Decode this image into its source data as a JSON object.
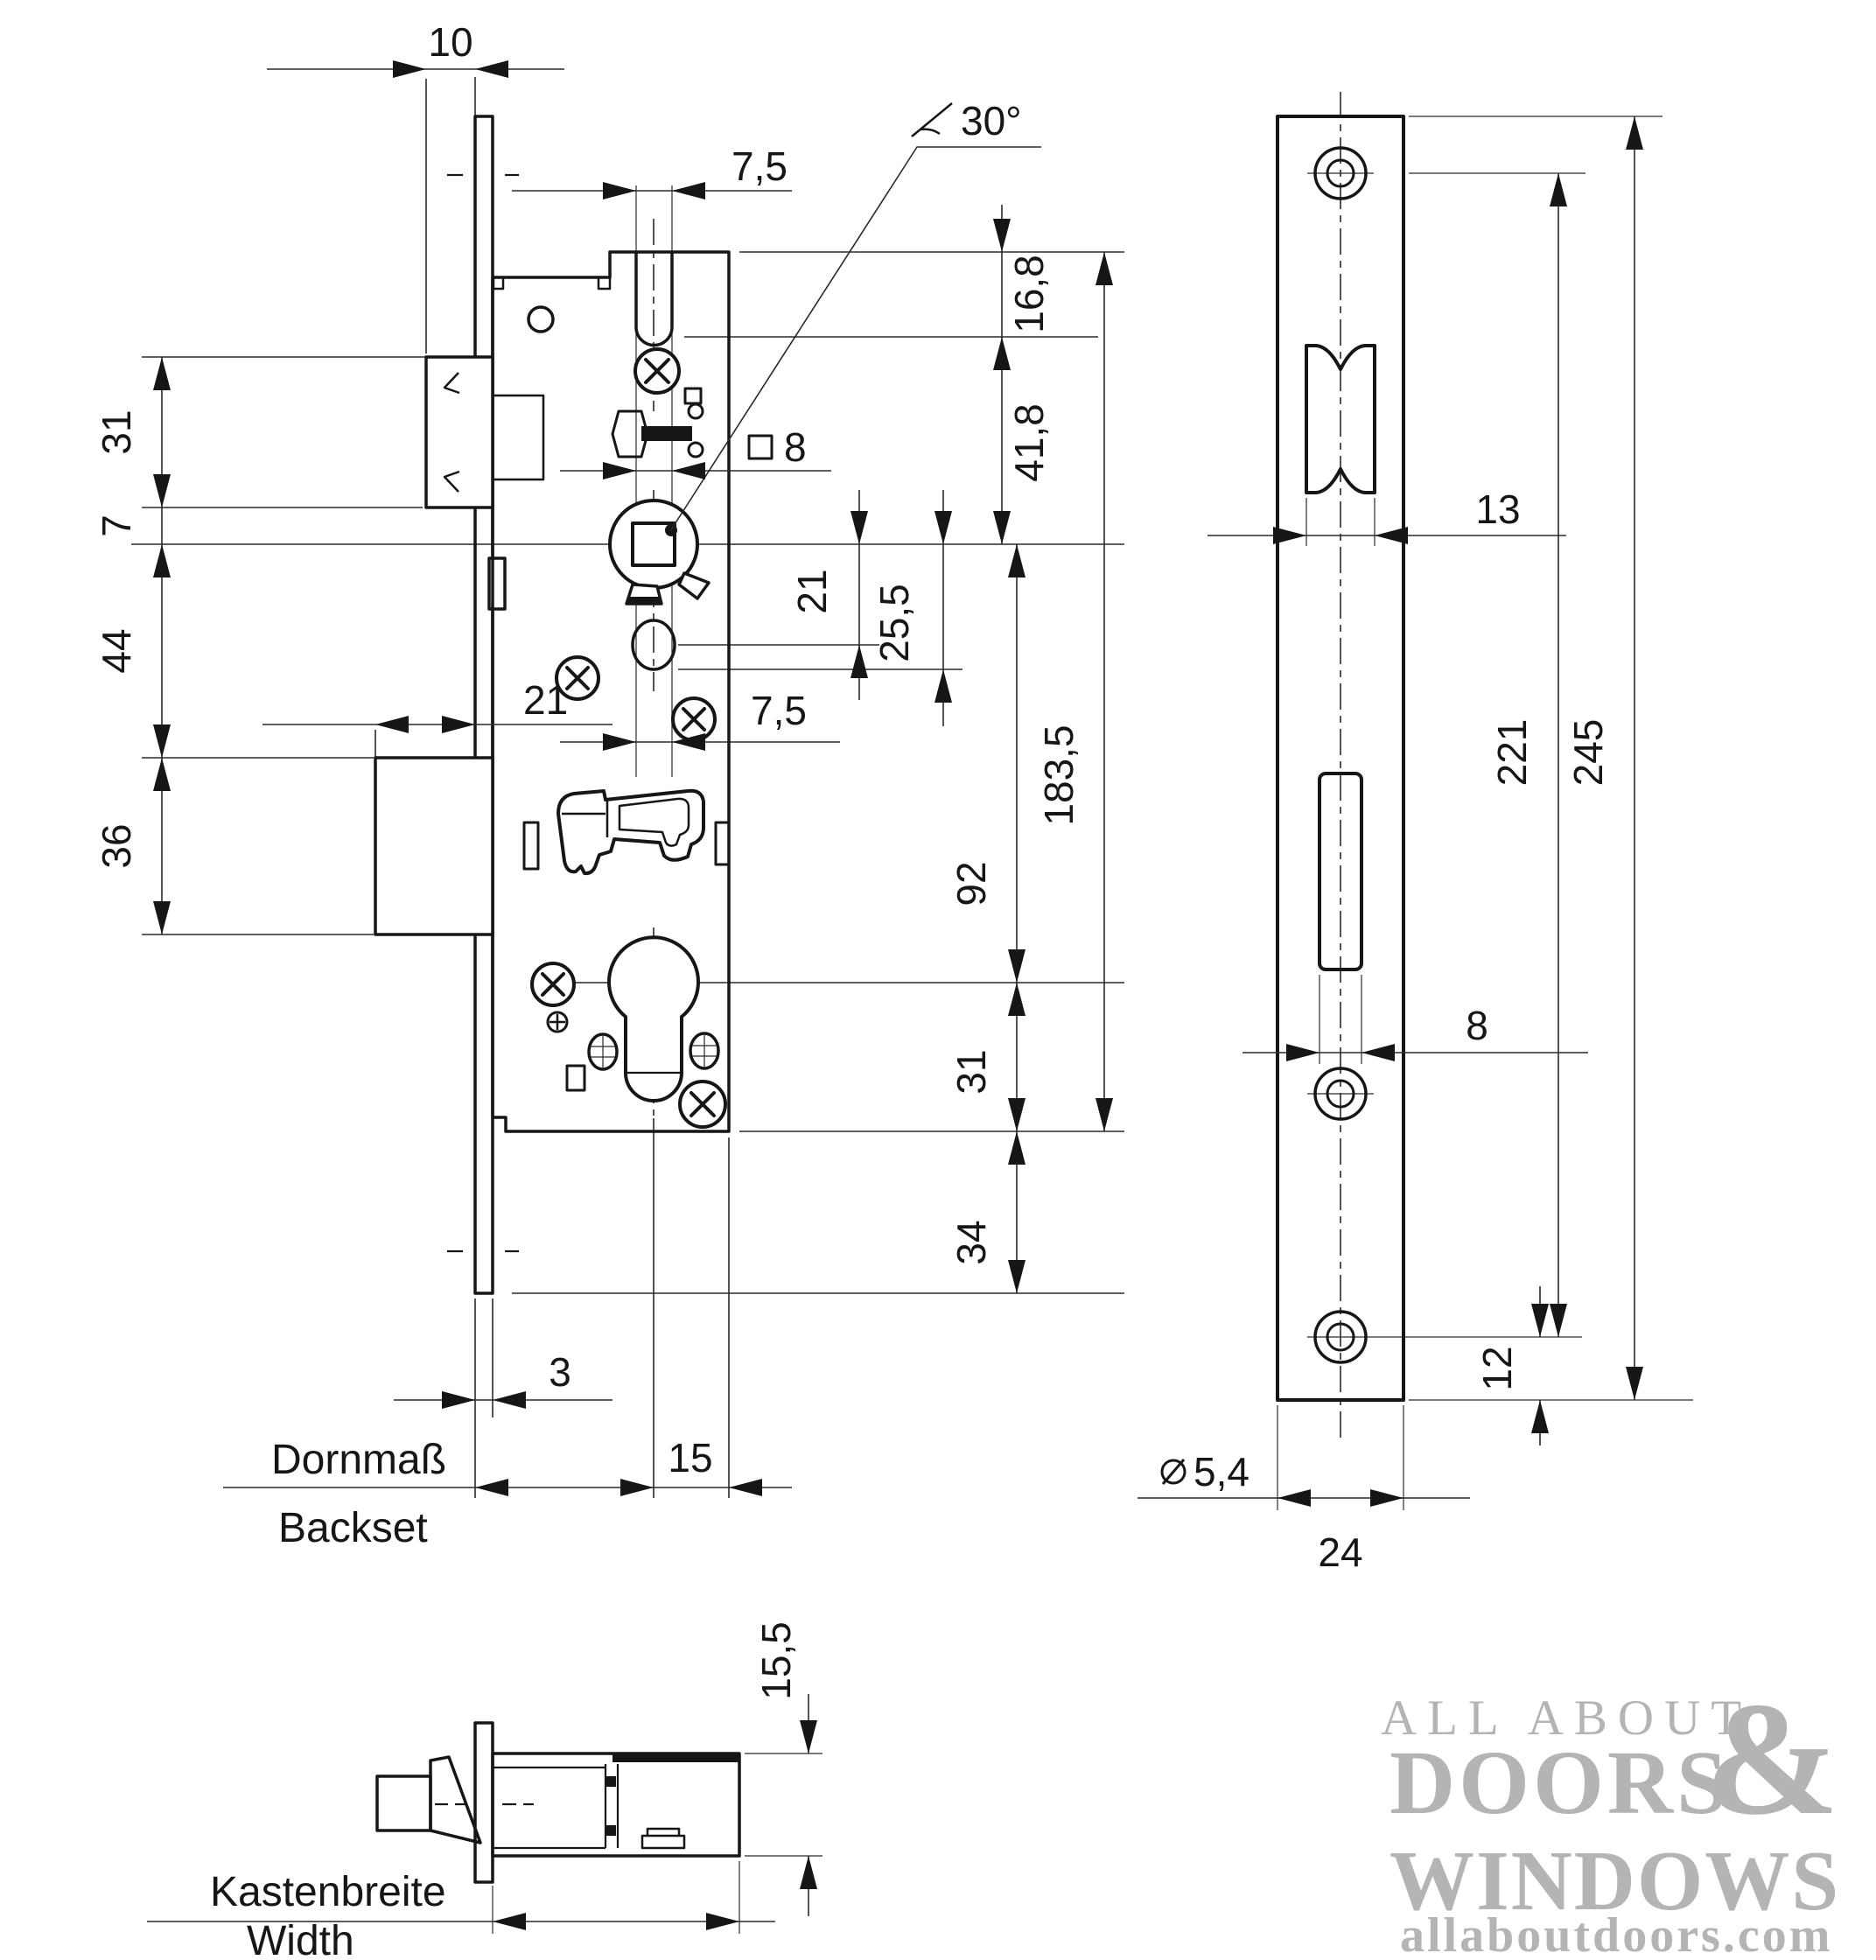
{
  "main": {
    "proj10": "10",
    "slot75_top": "7,5",
    "angle30": "30°",
    "seg168": "16,8",
    "seg418": "41,8",
    "sq8": "8",
    "off21": "21",
    "off255": "25,5",
    "slot75_low": "7,5",
    "seg92": "92",
    "total1835": "183,5",
    "latch31": "31",
    "gap7": "7",
    "seg44": "44",
    "bolt21": "21",
    "bolt36": "36",
    "low31": "31",
    "low34": "34",
    "plate3": "3",
    "back15": "15",
    "backset_de": "Dornmaß",
    "backset_en": "Backset"
  },
  "plate": {
    "cut13": "13",
    "screws221": "221",
    "len245": "245",
    "cut8": "8",
    "off12": "12",
    "dia54": "5,4",
    "width24": "24"
  },
  "side": {
    "h155": "15,5",
    "label_de": "Kastenbreite",
    "label_en": "Width"
  },
  "logo": {
    "line1": "ALL ABOUT",
    "line2": "DOORS",
    "amp": "&",
    "line3": "WINDOWS",
    "url": "allaboutdoors.com"
  },
  "colors": {
    "ink": "#161616",
    "dim": "#2a2a2a",
    "logo_gray": "#b4b4b4"
  }
}
